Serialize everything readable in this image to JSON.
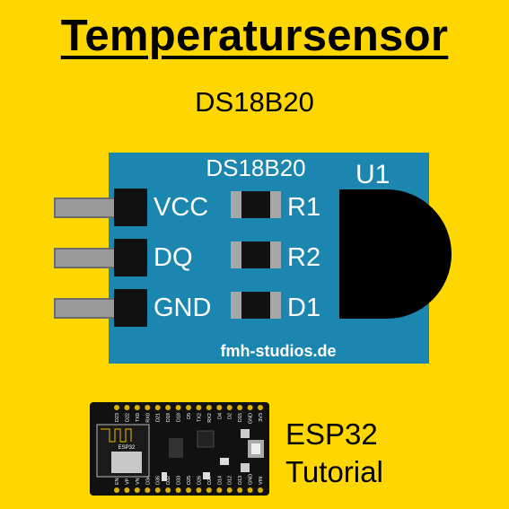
{
  "title": "Temperatursensor",
  "subtitle": "DS18B20",
  "module": {
    "chip_name": "DS18B20",
    "component_label": "U1",
    "pins": [
      "VCC",
      "DQ",
      "GND"
    ],
    "resistors": [
      "R1",
      "R2",
      "D1"
    ],
    "website": "fmh-studios.de"
  },
  "esp": {
    "line1": "ESP32",
    "line2": "Tutorial",
    "top_pins": [
      "D23",
      "D22",
      "TX0",
      "RX0",
      "D21",
      "D19",
      "D18",
      "D5",
      "TX2",
      "RX2",
      "D4",
      "D2",
      "D15",
      "GND",
      "3V3"
    ],
    "bottom_pins": [
      "EN",
      "VP",
      "VN",
      "D34",
      "D35",
      "D32",
      "D33",
      "D25",
      "D26",
      "D27",
      "D14",
      "D12",
      "D13",
      "GND",
      "VIN"
    ],
    "module_text": "ESP32"
  },
  "colors": {
    "background": "#ffd700",
    "board": "#1b87b0",
    "pin": "#9a9a9a",
    "header": "#111111",
    "text_dark": "#000000",
    "text_light": "#ffffff"
  },
  "icons": {
    "sensor": "to92-sensor-icon",
    "esp_board": "esp32-devkit-icon"
  }
}
